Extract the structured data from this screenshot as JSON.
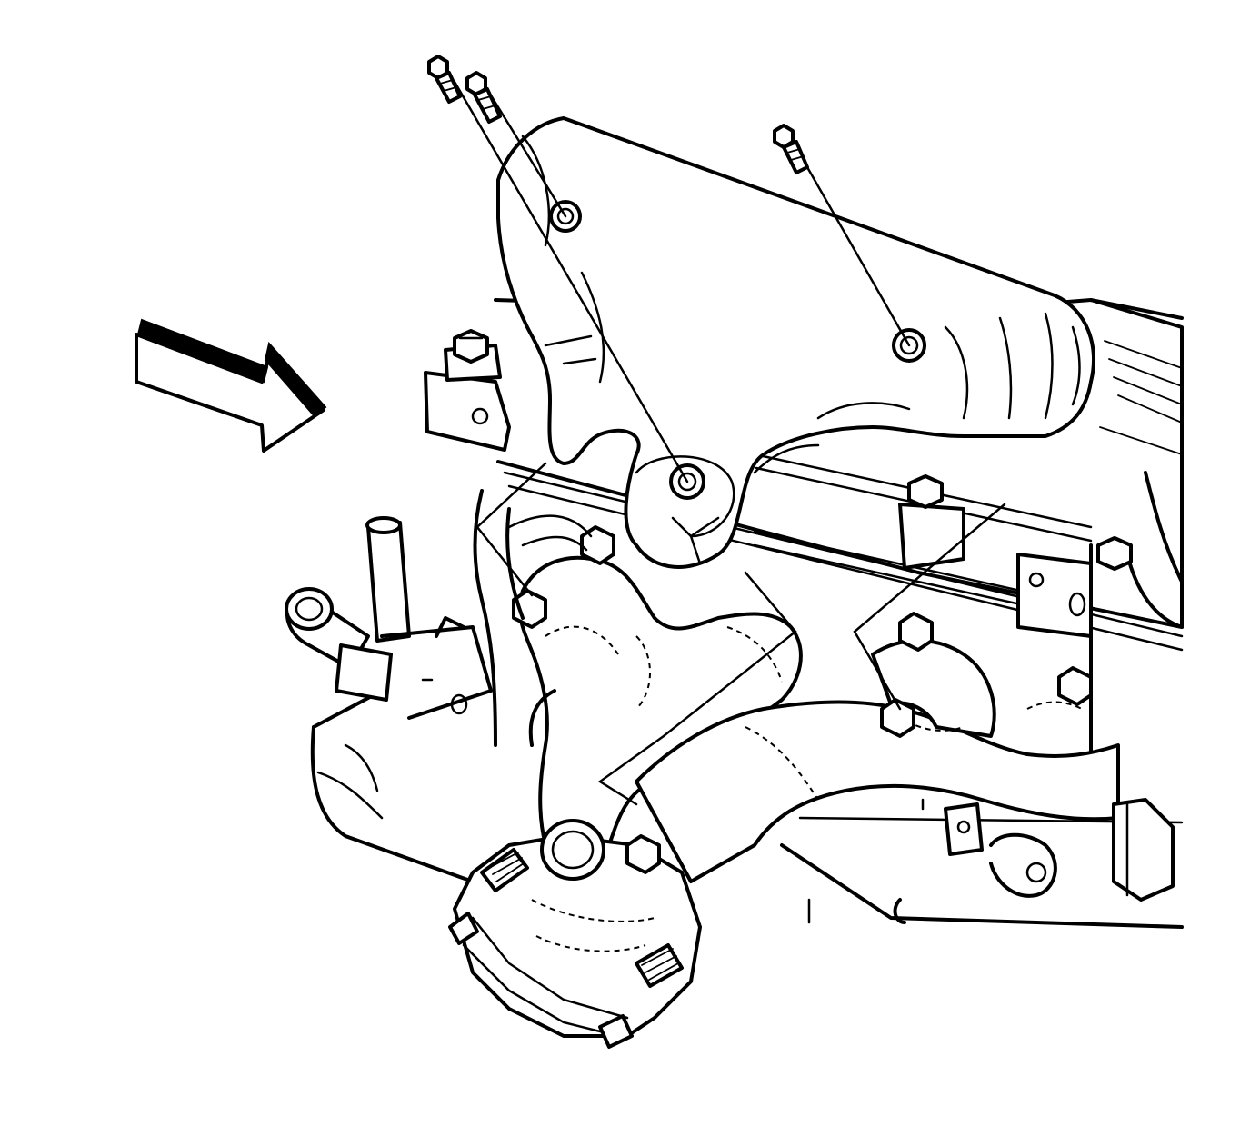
{
  "figure": {
    "kind": "line-art exploded view",
    "subject_parts": [
      "exhaust-manifold",
      "exhaust-manifold-heat-shield",
      "heat-shield-bolts",
      "manifold-gasket",
      "exhaust-outlet-flange-studs",
      "cylinder-head",
      "view-direction-arrow"
    ]
  },
  "colors": {
    "line": "#000000",
    "background": "#ffffff"
  },
  "icons": {
    "view-arrow": "view-direction-arrow-icon",
    "bolt": "bolt-icon",
    "stud": "stud-icon"
  }
}
